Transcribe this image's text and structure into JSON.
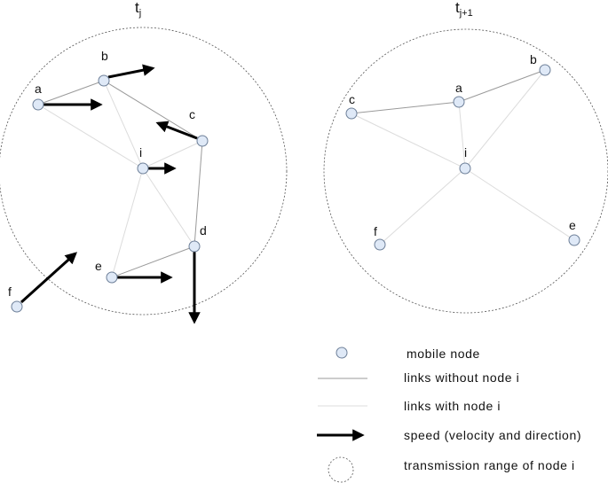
{
  "panels": [
    {
      "time_label": "t",
      "time_subscript": "j",
      "nodes": [
        {
          "id": "a",
          "label": "a"
        },
        {
          "id": "b",
          "label": "b"
        },
        {
          "id": "c",
          "label": "c"
        },
        {
          "id": "i",
          "label": "i"
        },
        {
          "id": "d",
          "label": "d"
        },
        {
          "id": "e",
          "label": "e"
        },
        {
          "id": "f",
          "label": "f"
        }
      ],
      "links_without_i": [
        [
          "a",
          "b"
        ],
        [
          "b",
          "c"
        ],
        [
          "c",
          "d"
        ],
        [
          "d",
          "e"
        ]
      ],
      "links_with_i": [
        [
          "i",
          "a"
        ],
        [
          "i",
          "b"
        ],
        [
          "i",
          "c"
        ],
        [
          "i",
          "d"
        ],
        [
          "i",
          "e"
        ]
      ],
      "speed_arrows": [
        "a",
        "b",
        "c",
        "i",
        "d",
        "e",
        "f"
      ]
    },
    {
      "time_label": "t",
      "time_subscript": "j+1",
      "nodes": [
        {
          "id": "c",
          "label": "c"
        },
        {
          "id": "a",
          "label": "a"
        },
        {
          "id": "b",
          "label": "b"
        },
        {
          "id": "i",
          "label": "i"
        },
        {
          "id": "f",
          "label": "f"
        },
        {
          "id": "e",
          "label": "e"
        }
      ],
      "links_without_i": [
        [
          "c",
          "a"
        ],
        [
          "a",
          "b"
        ]
      ],
      "links_with_i": [
        [
          "i",
          "c"
        ],
        [
          "i",
          "a"
        ],
        [
          "i",
          "b"
        ],
        [
          "i",
          "f"
        ],
        [
          "i",
          "e"
        ]
      ],
      "speed_arrows": []
    }
  ],
  "legend": [
    {
      "key": "mobile-node",
      "text": "mobile node"
    },
    {
      "key": "links-without",
      "text": "links without node i"
    },
    {
      "key": "links-with",
      "text": "links with node i"
    },
    {
      "key": "speed",
      "text": "speed (velocity and direction)"
    },
    {
      "key": "range",
      "text": "transmission range of node i"
    }
  ],
  "colors": {
    "node_fill": "#dfe9f7",
    "node_stroke": "#6d7f98",
    "link_without": "#9a9a9a",
    "link_with": "#dcdcdc",
    "arrow": "#000000",
    "range": "#555555"
  }
}
